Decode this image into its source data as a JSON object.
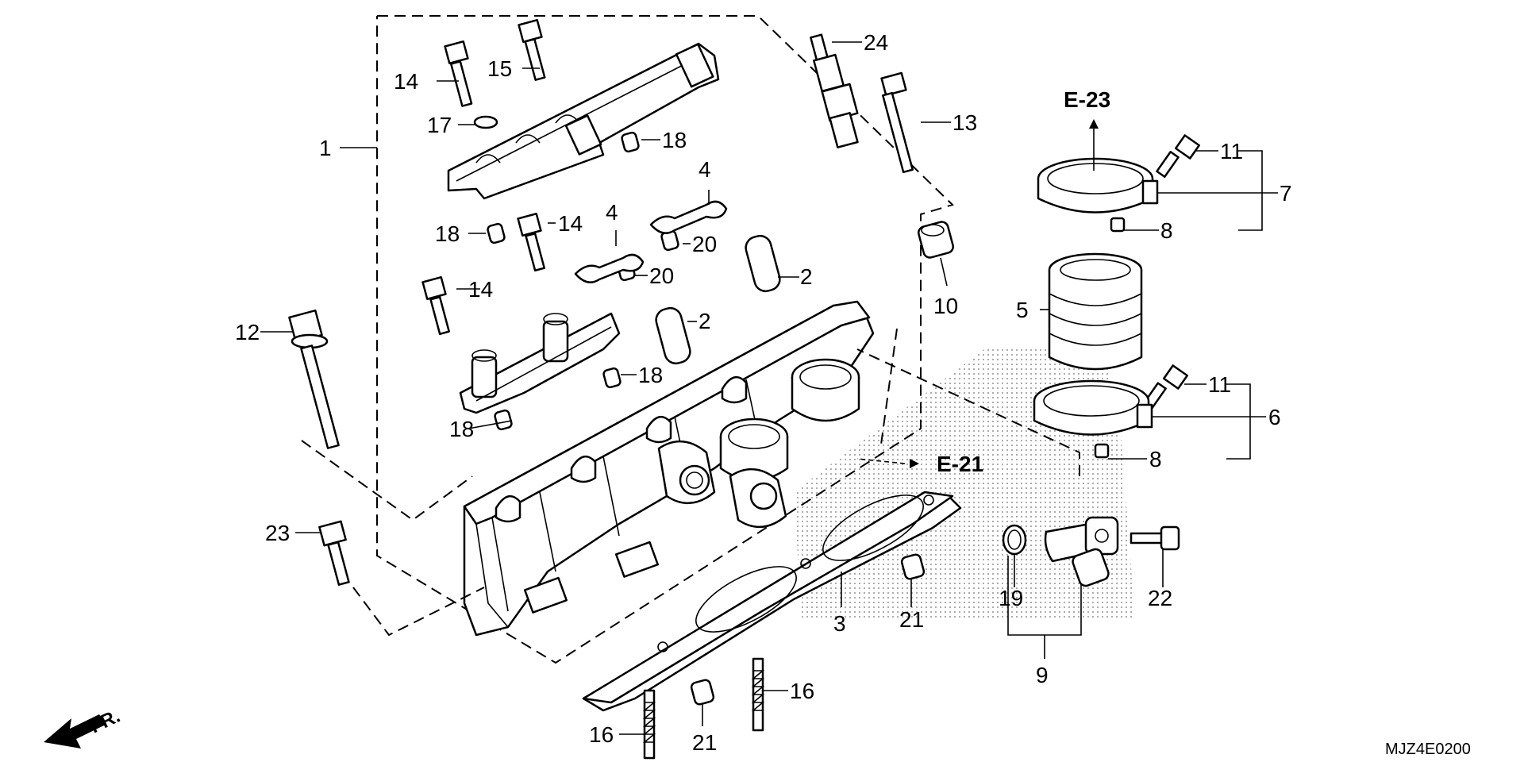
{
  "callouts": [
    {
      "id": "c1",
      "text": "1"
    },
    {
      "id": "c2a",
      "text": "2"
    },
    {
      "id": "c2b",
      "text": "2"
    },
    {
      "id": "c3",
      "text": "3"
    },
    {
      "id": "c4a",
      "text": "4"
    },
    {
      "id": "c4b",
      "text": "4"
    },
    {
      "id": "c5",
      "text": "5"
    },
    {
      "id": "c6",
      "text": "6"
    },
    {
      "id": "c7",
      "text": "7"
    },
    {
      "id": "c8a",
      "text": "8"
    },
    {
      "id": "c8b",
      "text": "8"
    },
    {
      "id": "c9",
      "text": "9"
    },
    {
      "id": "c10",
      "text": "10"
    },
    {
      "id": "c11a",
      "text": "11"
    },
    {
      "id": "c11b",
      "text": "11"
    },
    {
      "id": "c12",
      "text": "12"
    },
    {
      "id": "c13",
      "text": "13"
    },
    {
      "id": "c14a",
      "text": "14"
    },
    {
      "id": "c14b",
      "text": "14"
    },
    {
      "id": "c14c",
      "text": "14"
    },
    {
      "id": "c15",
      "text": "15"
    },
    {
      "id": "c16a",
      "text": "16"
    },
    {
      "id": "c16b",
      "text": "16"
    },
    {
      "id": "c17",
      "text": "17"
    },
    {
      "id": "c18a",
      "text": "18"
    },
    {
      "id": "c18b",
      "text": "18"
    },
    {
      "id": "c18c",
      "text": "18"
    },
    {
      "id": "c18d",
      "text": "18"
    },
    {
      "id": "c19",
      "text": "19"
    },
    {
      "id": "c20a",
      "text": "20"
    },
    {
      "id": "c20b",
      "text": "20"
    },
    {
      "id": "c21a",
      "text": "21"
    },
    {
      "id": "c21b",
      "text": "21"
    },
    {
      "id": "c22",
      "text": "22"
    },
    {
      "id": "c23",
      "text": "23"
    },
    {
      "id": "c24",
      "text": "24"
    }
  ],
  "references": {
    "e23": "E-23",
    "e21": "E-21"
  },
  "front_label": "FR.",
  "diagram_code": "MJZ4E0200"
}
